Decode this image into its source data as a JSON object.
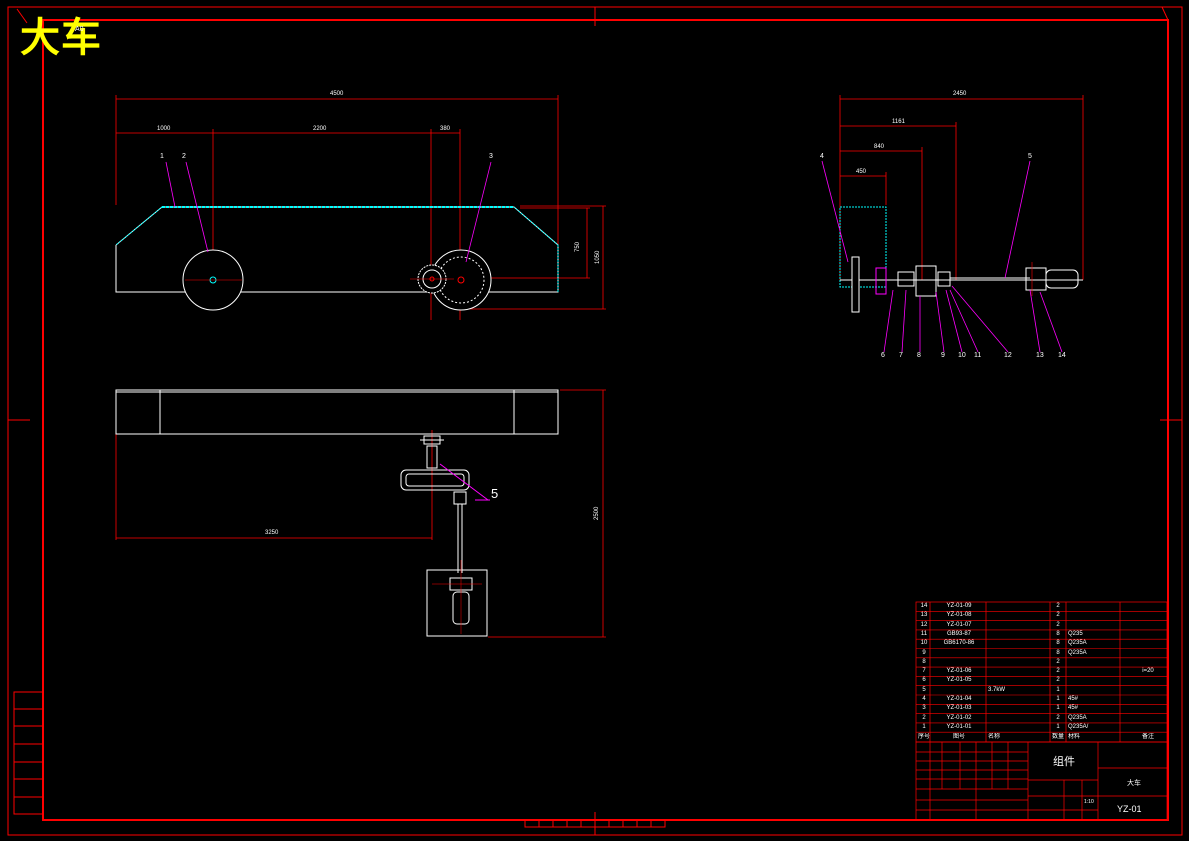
{
  "drawing": {
    "title": "大车",
    "sheet_size": "A0"
  },
  "front_view": {
    "dims": {
      "overall": "4500",
      "left": "1000",
      "mid": "2200",
      "right": "380",
      "height_inner": "750",
      "height_outer": "1050"
    },
    "tags": [
      "1",
      "2",
      "3"
    ]
  },
  "top_view": {
    "dims": {
      "width": "3250",
      "depth": "2500"
    },
    "tag": "5"
  },
  "side_view": {
    "dims": {
      "d1": "2450",
      "d2": "1161",
      "d3": "840",
      "d4": "450"
    },
    "tags_top": [
      "4",
      "5"
    ],
    "tags_bottom": [
      "6",
      "7",
      "8",
      "9",
      "10",
      "11",
      "12",
      "13",
      "14"
    ]
  },
  "bom": {
    "rows": [
      {
        "no": "14",
        "code": "YZ-01-09",
        "name": "",
        "qty": "2",
        "mat": "",
        "rem": ""
      },
      {
        "no": "13",
        "code": "YZ-01-08",
        "name": "",
        "qty": "2",
        "mat": "",
        "rem": ""
      },
      {
        "no": "12",
        "code": "YZ-01-07",
        "name": "",
        "qty": "2",
        "mat": "",
        "rem": ""
      },
      {
        "no": "11",
        "code": "GB93-87",
        "name": "",
        "qty": "8",
        "mat": "Q235",
        "rem": ""
      },
      {
        "no": "10",
        "code": "GB6170-86",
        "name": "",
        "qty": "8",
        "mat": "Q235A",
        "rem": ""
      },
      {
        "no": "9",
        "code": "",
        "name": "",
        "qty": "8",
        "mat": "Q235A",
        "rem": ""
      },
      {
        "no": "8",
        "code": "",
        "name": "",
        "qty": "2",
        "mat": "",
        "rem": ""
      },
      {
        "no": "7",
        "code": "YZ-01-06",
        "name": "",
        "qty": "2",
        "mat": "",
        "rem": "i=20"
      },
      {
        "no": "6",
        "code": "YZ-01-05",
        "name": "",
        "qty": "2",
        "mat": "",
        "rem": ""
      },
      {
        "no": "5",
        "code": "",
        "name": "3.7kW",
        "qty": "1",
        "mat": "",
        "rem": ""
      },
      {
        "no": "4",
        "code": "YZ-01-04",
        "name": "",
        "qty": "1",
        "mat": "45#",
        "rem": ""
      },
      {
        "no": "3",
        "code": "YZ-01-03",
        "name": "",
        "qty": "1",
        "mat": "45#",
        "rem": ""
      },
      {
        "no": "2",
        "code": "YZ-01-02",
        "name": "",
        "qty": "2",
        "mat": "Q235A",
        "rem": ""
      },
      {
        "no": "1",
        "code": "YZ-01-01",
        "name": "",
        "qty": "1",
        "mat": "Q235A/",
        "rem": ""
      }
    ],
    "header": {
      "no": "序号",
      "code": "图号",
      "name": "名称",
      "qty": "数量",
      "mat": "材料",
      "rem": "备注"
    }
  },
  "title_block": {
    "assembly": "组件",
    "part_name": "大车",
    "drawing_no": "YZ-01",
    "scale": "1:10"
  },
  "colors": {
    "frame": "#ff0000",
    "lines": "#ffffff",
    "accent": "#00ffff",
    "leader": "#ff00ff",
    "title": "#ffff00"
  }
}
